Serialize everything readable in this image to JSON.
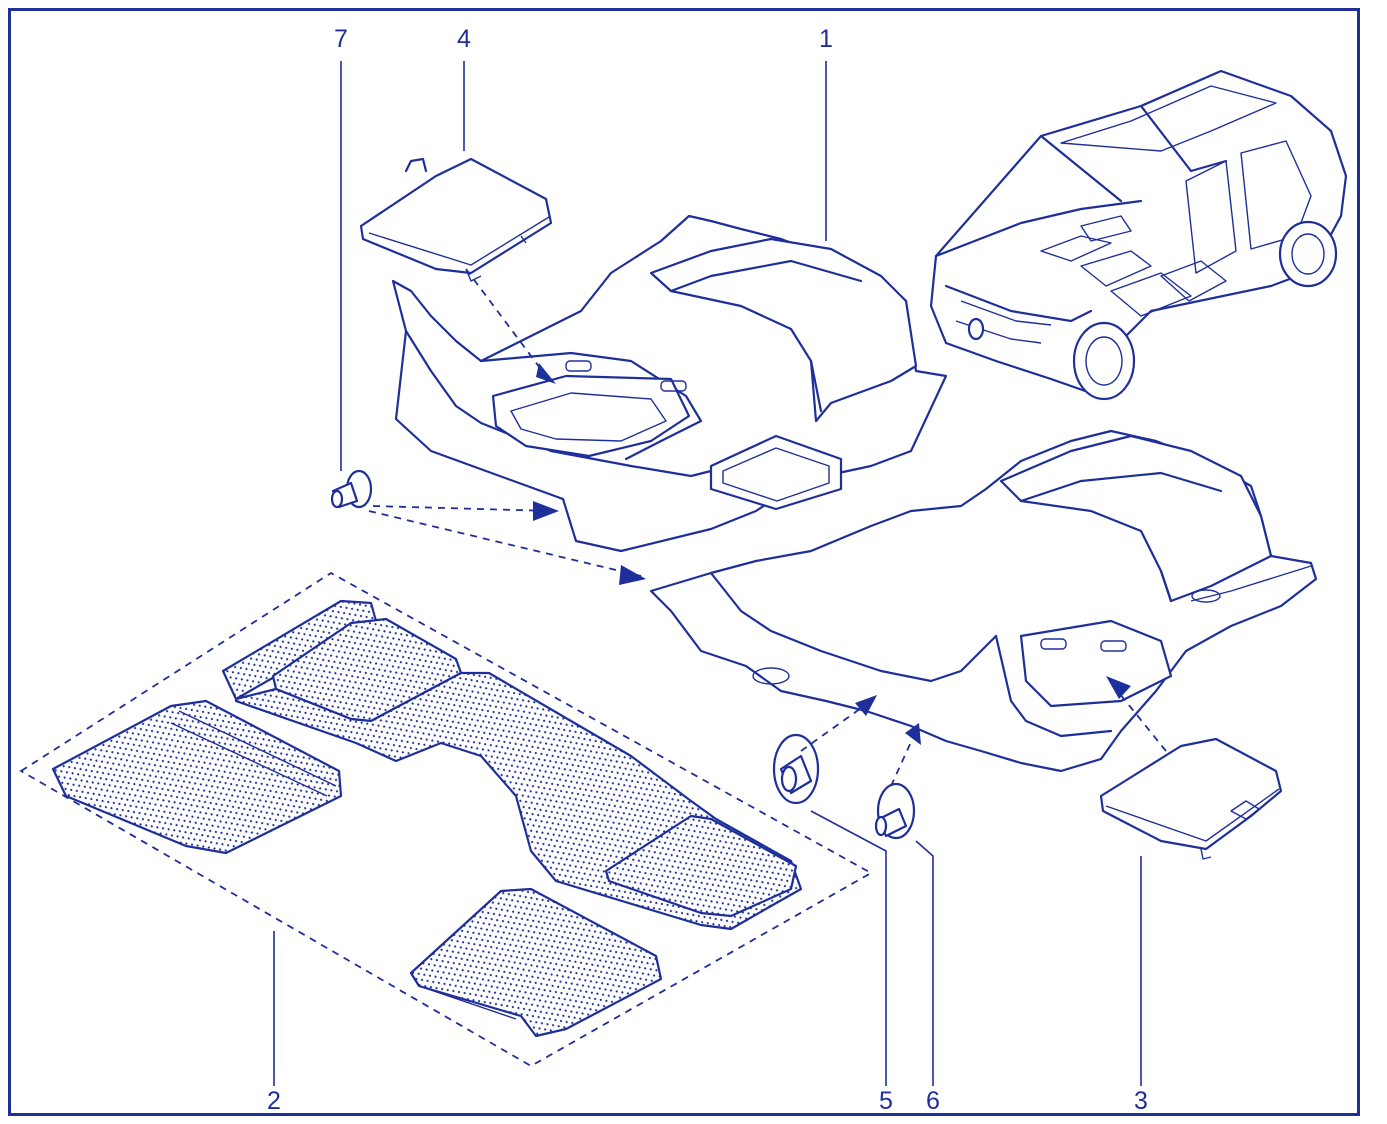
{
  "diagram": {
    "line_color": "#1f2f9a",
    "background": "#ffffff",
    "callouts": [
      {
        "id": "1",
        "label": "1"
      },
      {
        "id": "2",
        "label": "2"
      },
      {
        "id": "3",
        "label": "3"
      },
      {
        "id": "4",
        "label": "4"
      },
      {
        "id": "5",
        "label": "5"
      },
      {
        "id": "6",
        "label": "6"
      },
      {
        "id": "7",
        "label": "7"
      }
    ],
    "parts": [
      {
        "id": "1",
        "name": "floor-carpet"
      },
      {
        "id": "2",
        "name": "floor-mat-set"
      },
      {
        "id": "3",
        "name": "rear-storage-cover"
      },
      {
        "id": "4",
        "name": "front-storage-cover"
      },
      {
        "id": "5",
        "name": "large-clip"
      },
      {
        "id": "6",
        "name": "small-clip"
      },
      {
        "id": "7",
        "name": "fastener-pin"
      }
    ],
    "inset": "vehicle-location-view"
  }
}
